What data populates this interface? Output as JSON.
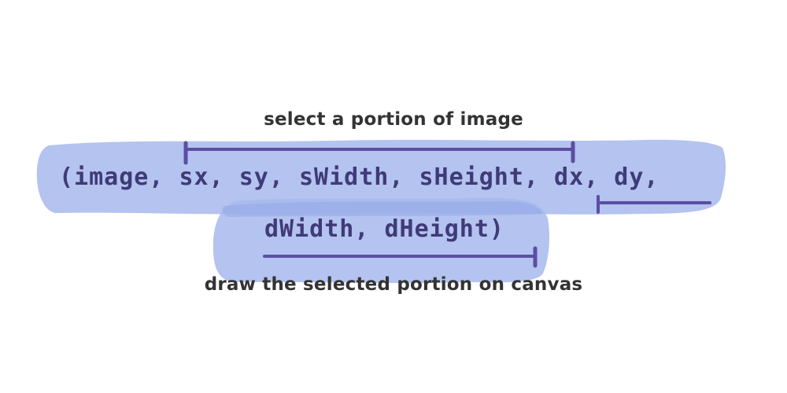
{
  "diagram": {
    "colors": {
      "highlight": "#a7b9ec",
      "highlight_dark": "#94a7e5",
      "bracket": "#5b4ea3",
      "code_text": "#3f3a78",
      "label_text": "#333333"
    },
    "annotations": {
      "top": "select a portion of image",
      "bottom": "draw the selected portion on canvas"
    },
    "code": {
      "line1": "(image, sx, sy, sWidth, sHeight, dx, dy,",
      "line2": "dWidth, dHeight)"
    }
  }
}
